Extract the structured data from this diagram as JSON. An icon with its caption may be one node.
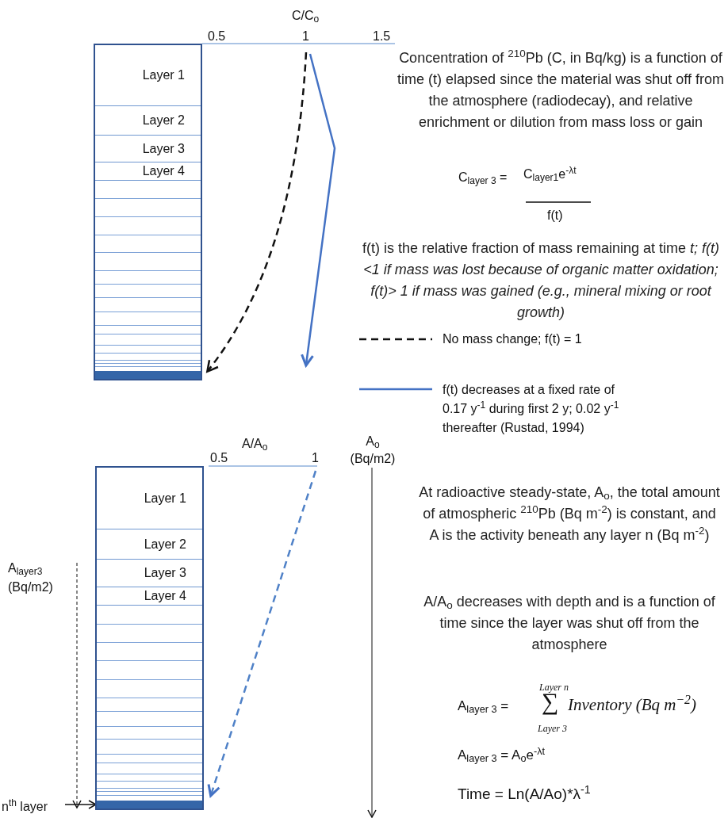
{
  "diagram": {
    "nodes": [
      {
        "text": [],
        "shape": "box"
      },
      {
        "text": [
          "Layer 1"
        ],
        "in": 0
      },
      {
        "text": [
          "Layer 2"
        ],
        "in": 0
      },
      {
        "text": [
          "Layer 3"
        ],
        "in": 0
      },
      {
        "text": [
          "Layer 4"
        ],
        "in": 0
      },
      {
        "text": [],
        "shape": "bar",
        "in": 0
      },
      {
        "text": [],
        "shape": "box"
      },
      {
        "text": [
          "Layer 1"
        ],
        "in": 6
      },
      {
        "text": [
          "Layer 2"
        ],
        "in": 6
      },
      {
        "text": [
          "Layer 3"
        ],
        "in": 6
      },
      {
        "text": [
          "Layer 4"
        ],
        "in": 6
      },
      {
        "text": [],
        "shape": "bar",
        "in": 6
      },
      {
        "text": [
          "n$^{th}$ layer"
        ]
      }
    ],
    "edges": [
      {
        "from": 12,
        "to": 11,
        "arrow": "to"
      }
    ],
    "labels": [
      "C/C$_{o}$",
      "0.5",
      "1",
      "1.5",
      "Concentration of $^{210}$Pb (C, in Bq/kg) is a function of time (t) elapsed since the material was shut off from the atmosphere (radiodecay), and relative enrichment or dilution from mass loss or gain",
      "C$_{layer 3}$ =",
      "C$_{layer1}$e$^{-λt}$",
      "f(t)",
      "f(t) is the relative fraction of mass remaining at time *t; f(t) <1 if mass was lost because of organic matter oxidation; f(t)> 1 if mass was gained (e.g., mineral mixing or root growth)*",
      "A/A$_{o}$",
      "0.5",
      "1",
      "A$_{o}$ (Bq/m2)",
      "A$_{layer3}$ (Bq/m2)",
      "At radioactive steady-state, A$_{o}$, the total amount of atmospheric $^{210}$Pb (Bq m$^{-2}$) is constant, and A is the activity beneath any layer n (Bq m$^{-2}$)",
      "A/A$_{o}$ decreases with depth and is a function of time since the layer was shut off from the atmosphere",
      "A$_{layer 3}$ =",
      "Layer n",
      "∑",
      "Inventory (Bq m$^{−2}$)",
      "Layer 3",
      "A$_{layer 3}$ = A$_{o}$e$^{-λt}$",
      "Time = Ln(A/Ao)*λ$^{-1}$"
    ],
    "legend": [
      {
        "text": "No mass change; f(t) = 1"
      },
      {
        "text": "f(t) decreases at a fixed rate of 0.17 y$^{-1}$ during first 2 y; 0.02 y$^{-1}$ thereafter (Rustad, 1994)"
      }
    ]
  }
}
